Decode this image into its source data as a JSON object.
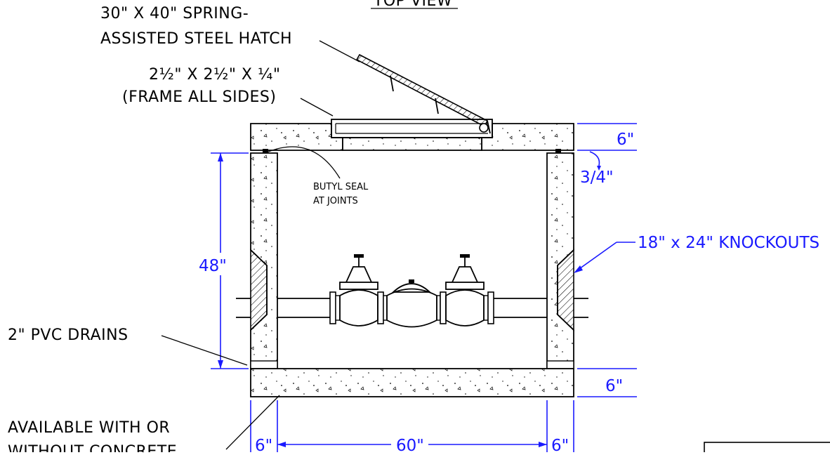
{
  "title_partial": "TOP VIEW",
  "labels": {
    "hatch_line1": "30\" X 40\" SPRING-",
    "hatch_line2": "ASSISTED STEEL HATCH",
    "frame_line1": "2½\" X 2½\" X ¼\"",
    "frame_line2": "(FRAME ALL SIDES)",
    "butyl_line1": "BUTYL SEAL",
    "butyl_line2": "AT JOINTS",
    "drains": "2\" PVC DRAINS",
    "knockouts": "18\" x 24\" KNOCKOUTS",
    "available_line1": "AVAILABLE WITH OR",
    "available_line2": "WITHOUT CONCRETE"
  },
  "dimensions": {
    "lid_thickness": "6\"",
    "seal_gap": "3/4\"",
    "height": "48\"",
    "base_thickness": "6\"",
    "left_wall": "6\"",
    "inside_width": "60\"",
    "right_wall": "6\""
  },
  "colors": {
    "linework": "#000000",
    "dimension": "#1a1aff",
    "background": "#ffffff"
  }
}
